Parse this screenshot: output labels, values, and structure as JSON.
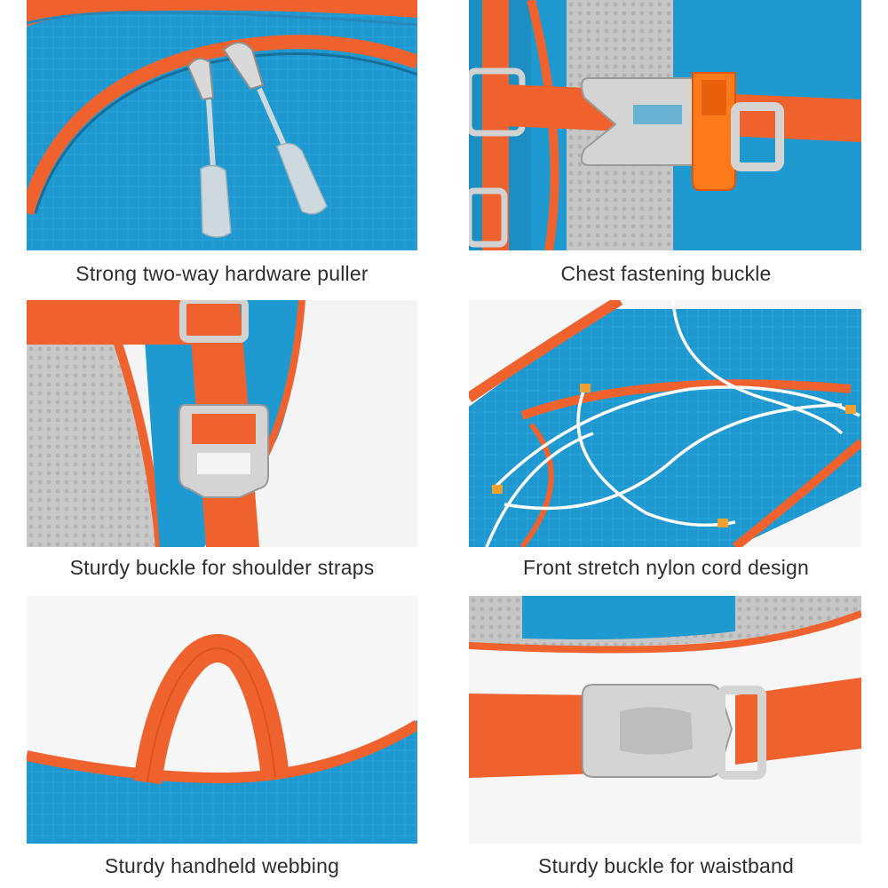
{
  "colors": {
    "nylon_blue": "#1f9ad1",
    "webbing_orange": "#f0622d",
    "mesh_gray": "#c9c9c9",
    "buckle_gray": "#d4d4d4",
    "whistle_orange": "#ff7a1a"
  },
  "features": [
    {
      "caption": "Strong two-way hardware puller"
    },
    {
      "caption": "Chest fastening buckle"
    },
    {
      "caption": "Sturdy buckle for shoulder straps"
    },
    {
      "caption": "Front stretch nylon cord design"
    },
    {
      "caption": "Sturdy handheld webbing"
    },
    {
      "caption": "Sturdy buckle for waistband"
    }
  ]
}
